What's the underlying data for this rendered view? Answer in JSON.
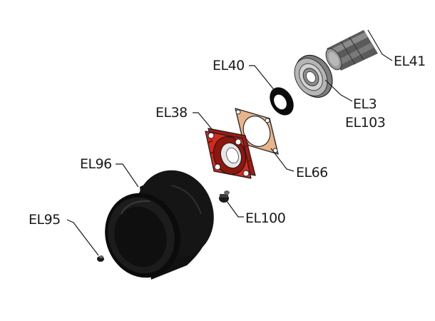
{
  "diagram": {
    "labels": {
      "el41": "EL41",
      "el40": "EL40",
      "el3": "EL3",
      "el103": "EL103",
      "el38": "EL38",
      "el66": "EL66",
      "el96": "EL96",
      "el100": "EL100",
      "el95": "EL95"
    },
    "colors": {
      "housing_red": "#d32a1f",
      "gasket_tan": "#e8b48a",
      "black_part": "#0b0b0b",
      "bearing_grey": "#8a8a8a"
    }
  }
}
